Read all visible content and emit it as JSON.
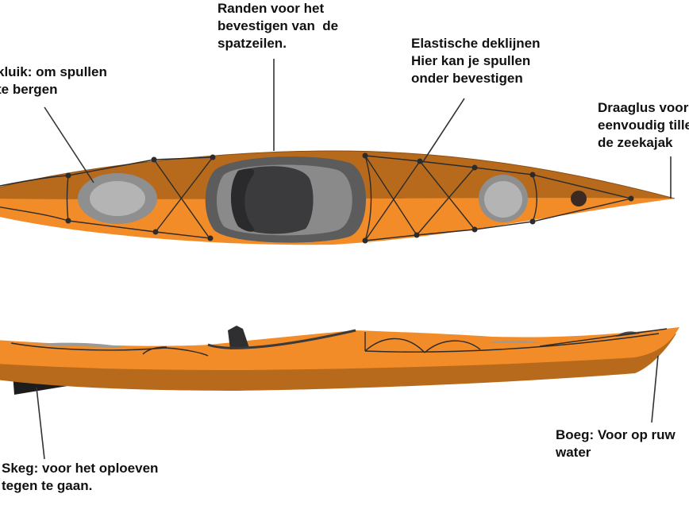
{
  "labels": {
    "hatch": "kluik: om spullen\nte bergen",
    "rims": "Randen voor het\nbevestigen van  de\nspatzeilen.",
    "deck_lines": "Elastische deklijnen\nHier kan je spullen\nonder bevestigen",
    "carry_loop": "Draaglus voor\neenvoudig tillen\nde zeekajak",
    "skeg": "Skeg: voor het oploeven\ntegen te gaan.",
    "bow": "Boeg: Voor op ruw\nwater"
  },
  "colors": {
    "hull_orange": "#f28c28",
    "hull_dark": "#b86a1c",
    "hatch_rim": "#8f8f8f",
    "hatch_cover": "#b4b4b4",
    "cockpit_rim": "#5c5c5c",
    "seat": "#3b3b3d",
    "line": "#2b2b2b"
  }
}
